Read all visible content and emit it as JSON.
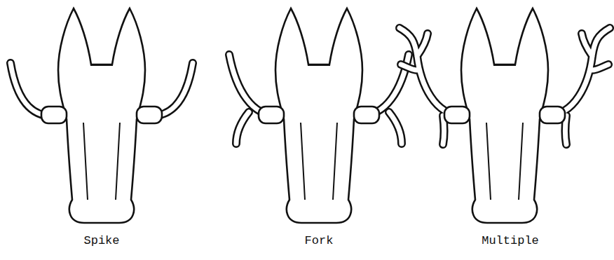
{
  "diagram": {
    "labels": [
      "Spike",
      "Fork",
      "Multiple"
    ]
  }
}
